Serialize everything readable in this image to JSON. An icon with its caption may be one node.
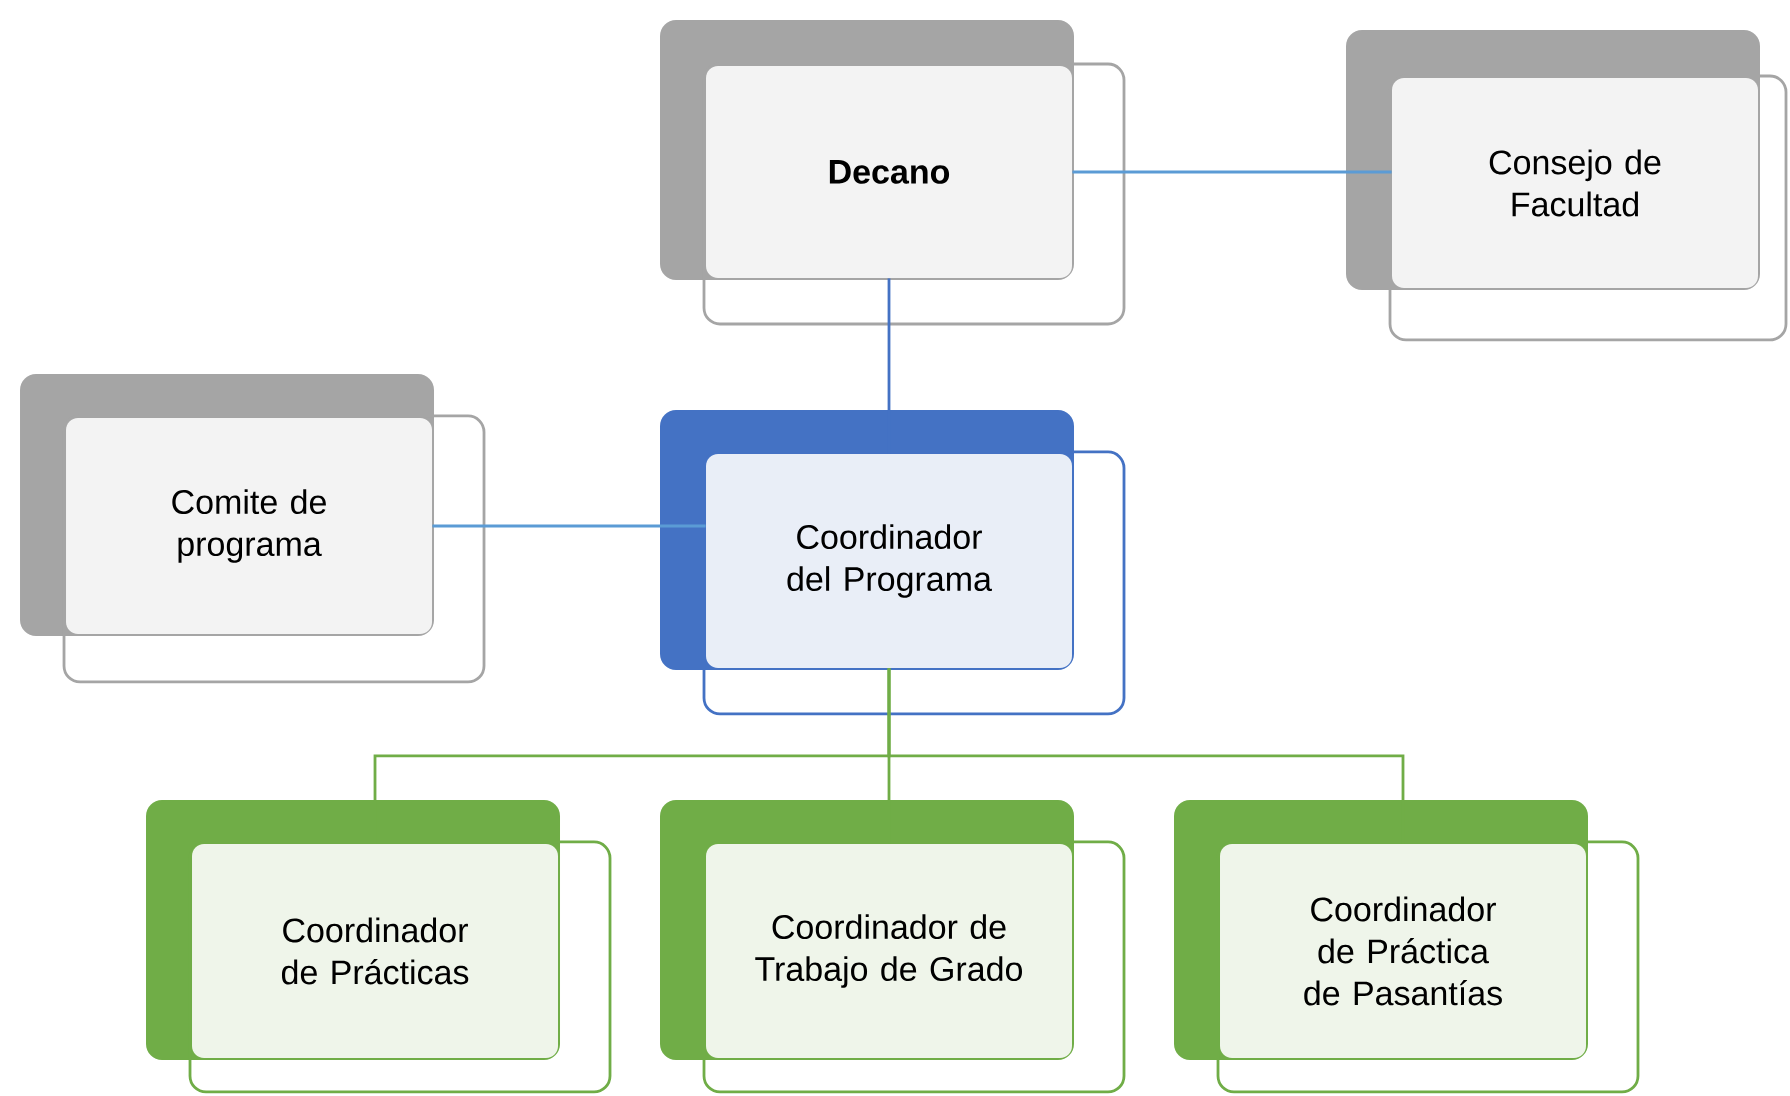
{
  "diagram": {
    "nodes": [
      {
        "text": [
          "Decano"
        ]
      },
      {
        "text": [
          "Consejo de Facultad"
        ]
      },
      {
        "text": [
          "Comite de programa"
        ]
      },
      {
        "text": [
          "Coordinador del Programa"
        ]
      },
      {
        "text": [
          "Coordinador de Prácticas"
        ]
      },
      {
        "text": [
          "Coordinador de Trabajo de Grado"
        ]
      },
      {
        "text": [
          "Coordinador de Práctica de Pasantías"
        ]
      }
    ],
    "edges": [
      {
        "from": 0,
        "to": 1,
        "arrow": "none",
        "color": "#5b9bd5"
      },
      {
        "from": 0,
        "to": 3,
        "arrow": "none",
        "color": "#4472c4"
      },
      {
        "from": 2,
        "to": 3,
        "arrow": "none",
        "color": "#5b9bd5"
      },
      {
        "from": 3,
        "to": 4,
        "arrow": "none",
        "color": "#70ad47"
      },
      {
        "from": 3,
        "to": 5,
        "arrow": "none",
        "color": "#70ad47"
      },
      {
        "from": 3,
        "to": 6,
        "arrow": "none",
        "color": "#70ad47"
      }
    ]
  }
}
